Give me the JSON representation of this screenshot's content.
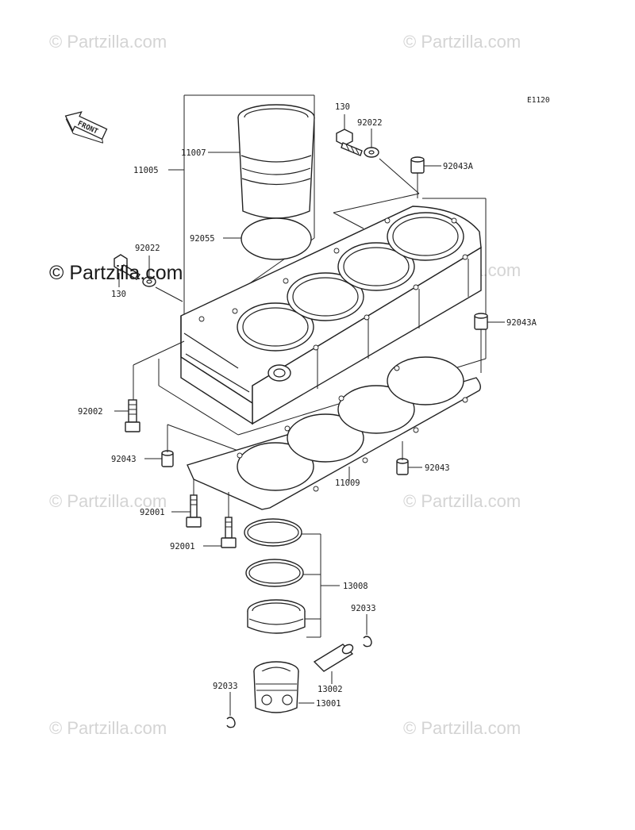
{
  "watermarks": {
    "faint": "© Partzilla.com",
    "main": "© Partzilla.com"
  },
  "diagram_code": "E1120",
  "front_label": "FRONT",
  "parts": [
    {
      "id": "130-top",
      "number": "130"
    },
    {
      "id": "92022-top",
      "number": "92022"
    },
    {
      "id": "11007",
      "number": "11007"
    },
    {
      "id": "11005",
      "number": "11005"
    },
    {
      "id": "92043A-top",
      "number": "92043A"
    },
    {
      "id": "92055",
      "number": "92055"
    },
    {
      "id": "92022-left",
      "number": "92022"
    },
    {
      "id": "130-left",
      "number": "130"
    },
    {
      "id": "92043A-right",
      "number": "92043A"
    },
    {
      "id": "92002",
      "number": "92002"
    },
    {
      "id": "92043-left",
      "number": "92043"
    },
    {
      "id": "92043-right",
      "number": "92043"
    },
    {
      "id": "11009",
      "number": "11009"
    },
    {
      "id": "92001-a",
      "number": "92001"
    },
    {
      "id": "92001-b",
      "number": "92001"
    },
    {
      "id": "13008",
      "number": "13008"
    },
    {
      "id": "92033-right",
      "number": "92033"
    },
    {
      "id": "13002",
      "number": "13002"
    },
    {
      "id": "92033-left",
      "number": "92033"
    },
    {
      "id": "13001",
      "number": "13001"
    }
  ]
}
